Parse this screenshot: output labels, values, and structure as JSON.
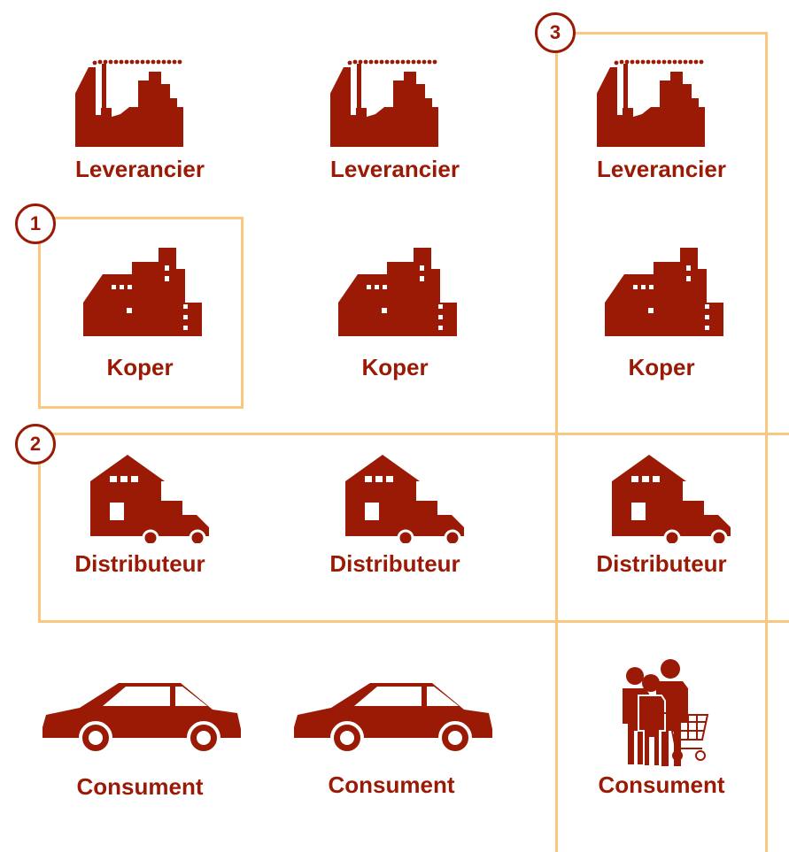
{
  "colors": {
    "icon": "#9A1A05",
    "frame": "#FAC77E",
    "badge_border": "#9A1A05",
    "background": "#FFFFFF"
  },
  "badges": [
    "1",
    "2",
    "3"
  ],
  "columns": [
    {
      "supplier": {
        "label": "Leverancier",
        "icon": "factory-icon"
      },
      "buyer": {
        "label": "Koper",
        "icon": "building-icon"
      },
      "distributor": {
        "label": "Distributeur",
        "icon": "warehouse-truck-icon"
      },
      "consumer": {
        "label": "Consument",
        "icon": "car-icon"
      }
    },
    {
      "supplier": {
        "label": "Leverancier",
        "icon": "factory-icon"
      },
      "buyer": {
        "label": "Koper",
        "icon": "building-icon"
      },
      "distributor": {
        "label": "Distributeur",
        "icon": "warehouse-truck-icon"
      },
      "consumer": {
        "label": "Consument",
        "icon": "car-icon"
      }
    },
    {
      "supplier": {
        "label": "Leverancier",
        "icon": "factory-icon"
      },
      "buyer": {
        "label": "Koper",
        "icon": "building-icon"
      },
      "distributor": {
        "label": "Distributeur",
        "icon": "warehouse-truck-icon"
      },
      "consumer": {
        "label": "Consument",
        "icon": "shoppers-with-cart-icon"
      }
    }
  ]
}
